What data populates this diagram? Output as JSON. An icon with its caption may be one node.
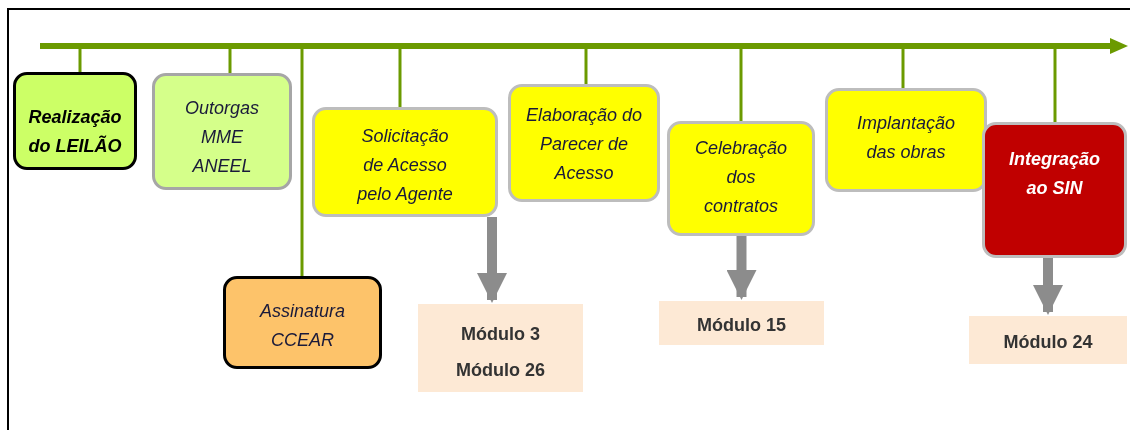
{
  "diagram": {
    "nodes": [
      {
        "text": [],
        "shape": "bar"
      },
      {
        "text": [
          "Realização do LEILÃO"
        ]
      },
      {
        "text": [
          "Outorgas MME ANEEL"
        ]
      },
      {
        "text": [
          "Assinatura CCEAR"
        ]
      },
      {
        "text": [
          "Solicitação de Acesso pelo Agente"
        ]
      },
      {
        "text": [
          "Elaboração do Parecer de Acesso"
        ]
      },
      {
        "text": [
          "Celebração dos contratos"
        ]
      },
      {
        "text": [
          "Implantação das obras"
        ]
      },
      {
        "text": [
          "Integração ao SIN"
        ]
      },
      {
        "text": [
          "Módulo 3",
          "Módulo 26"
        ]
      },
      {
        "text": [
          "Módulo 15"
        ]
      },
      {
        "text": [
          "Módulo 24"
        ]
      }
    ],
    "edges": [
      {
        "from": 0,
        "to": 1,
        "arrow": "none"
      },
      {
        "from": 0,
        "to": 2,
        "arrow": "none"
      },
      {
        "from": 0,
        "to": 3,
        "arrow": "none"
      },
      {
        "from": 0,
        "to": 4,
        "arrow": "none"
      },
      {
        "from": 0,
        "to": 5,
        "arrow": "none"
      },
      {
        "from": 0,
        "to": 6,
        "arrow": "none"
      },
      {
        "from": 0,
        "to": 7,
        "arrow": "none"
      },
      {
        "from": 0,
        "to": 8,
        "arrow": "none"
      },
      {
        "from": 4,
        "to": 9,
        "arrow": "to",
        "style": "thick",
        "color": "#8c8c8c"
      },
      {
        "from": 6,
        "to": 10,
        "arrow": "to",
        "style": "thick",
        "color": "#8c8c8c"
      },
      {
        "from": 8,
        "to": 11,
        "arrow": "to",
        "style": "thick",
        "color": "#8c8c8c"
      }
    ]
  }
}
